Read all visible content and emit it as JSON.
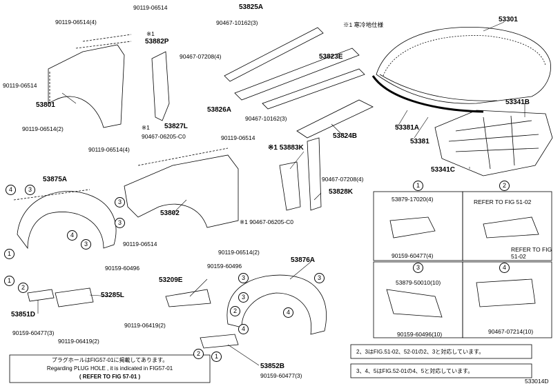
{
  "diagram_id": "533014D",
  "cold_area_note": "※1 寒冷地仕様",
  "part_labels": {
    "p53301": "53301",
    "p53825A": "53825A",
    "p53823E": "53823E",
    "p53826A": "53826A",
    "p53824B": "53824B",
    "p53882P": "53882P",
    "p53827L": "53827L",
    "p53801": "53801",
    "p53802": "53802",
    "p53883K": "※1 53883K",
    "p53828K": "53828K",
    "p53341B": "53341B",
    "p53381A": "53381A",
    "p53381": "53381",
    "p53341C": "53341C",
    "p53875A": "53875A",
    "p53209E": "53209E",
    "p53285L": "53285L",
    "p53851D": "53851D",
    "p53876A": "53876A",
    "p53852B": "53852B"
  },
  "fastener_labels": {
    "f1": "90119-06514",
    "f2": "90119-06514(4)",
    "f3": "90119-06514",
    "f4": "90119-06514(2)",
    "f5": "90119-06514(4)",
    "f6": "90119-06514",
    "f7": "90119-06514",
    "f8": "90119-06514(2)",
    "f9": "90467-10162(3)",
    "f10": "90467-07208(4)",
    "f11": "90467-10162(3)",
    "f12": "※1",
    "f13": "90467-06205-C0",
    "f14": "90467-07208(4)",
    "f15": "※1 90467-06205-C0",
    "f16": "90159-60496",
    "f17": "90159-60496",
    "f18": "90159-60477(3)",
    "f19": "90119-06419(2)",
    "f20": "90119-06419(2)",
    "f21": "90159-60477(3)",
    "f22": "※1"
  },
  "detail_boxes": {
    "d1": {
      "num": "1",
      "lbl_a": "53879-17020(4)",
      "lbl_b": "90159-60477(4)"
    },
    "d2": {
      "num": "2",
      "refer_a": "REFER TO FIG 51-02",
      "refer_b": "REFER TO FIG 51-02"
    },
    "d3": {
      "num": "3",
      "lbl_a": "53879-50010(10)",
      "lbl_b": "90159-60496(10)"
    },
    "d4": {
      "num": "4",
      "lbl_a": "90467-07214(10)"
    }
  },
  "callouts": [
    "4",
    "3",
    "3",
    "3",
    "4",
    "3",
    "1",
    "2",
    "1",
    "2",
    "3",
    "3",
    "3",
    "4",
    "4",
    "1",
    "2"
  ],
  "bottom_notes": {
    "line1": "プラグホールはFIG57-01に掲載してあります。",
    "line2": "Regarding PLUG HOLE , it is indicated in FIG57-01",
    "line3": "( REFER TO FIG 57-01 )"
  },
  "legend_notes": {
    "n1": "2、3はFIG.51-02、52-01の2、3と対応しています。",
    "n2": "3、4、5はFIG.52-01の4、5と対応しています。"
  }
}
